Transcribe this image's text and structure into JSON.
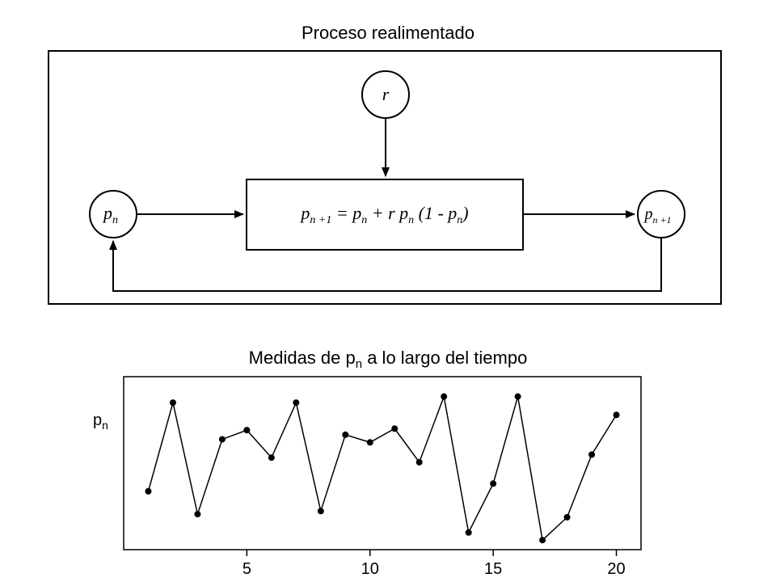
{
  "top_title": "Proceso realimentado",
  "bottom_title": {
    "prefix": "Medidas de p",
    "subscript": "n",
    "suffix": " a lo largo del tiempo"
  },
  "diagram": {
    "input_node": {
      "main": "p",
      "sub": "n"
    },
    "param_node": {
      "label": "r"
    },
    "output_node": {
      "main": "p",
      "sub": "n +1"
    },
    "equation": {
      "lhs_main": "p",
      "lhs_sub": "n +1",
      "eq": " = ",
      "t1_main": "p",
      "t1_sub": "n",
      "plus": " + ",
      "r": "r",
      "t2_main": " p",
      "t2_sub": "n",
      "paren_open": " (1 - ",
      "t3_main": "p",
      "t3_sub": "n",
      "paren_close": ")"
    }
  },
  "chart_data": {
    "type": "line",
    "ylabel": {
      "main": "p",
      "sub": "n"
    },
    "x": [
      1,
      2,
      3,
      4,
      5,
      6,
      7,
      8,
      9,
      10,
      11,
      12,
      13,
      14,
      15,
      16,
      17,
      18,
      19,
      20
    ],
    "values": [
      0.34,
      0.92,
      0.19,
      0.68,
      0.74,
      0.56,
      0.92,
      0.21,
      0.71,
      0.66,
      0.75,
      0.53,
      0.96,
      0.07,
      0.39,
      0.96,
      0.02,
      0.17,
      0.58,
      0.84
    ],
    "xticks": [
      5,
      10,
      15,
      20
    ],
    "xlim": [
      0.0,
      21.0
    ],
    "ylim": [
      0,
      1
    ]
  }
}
